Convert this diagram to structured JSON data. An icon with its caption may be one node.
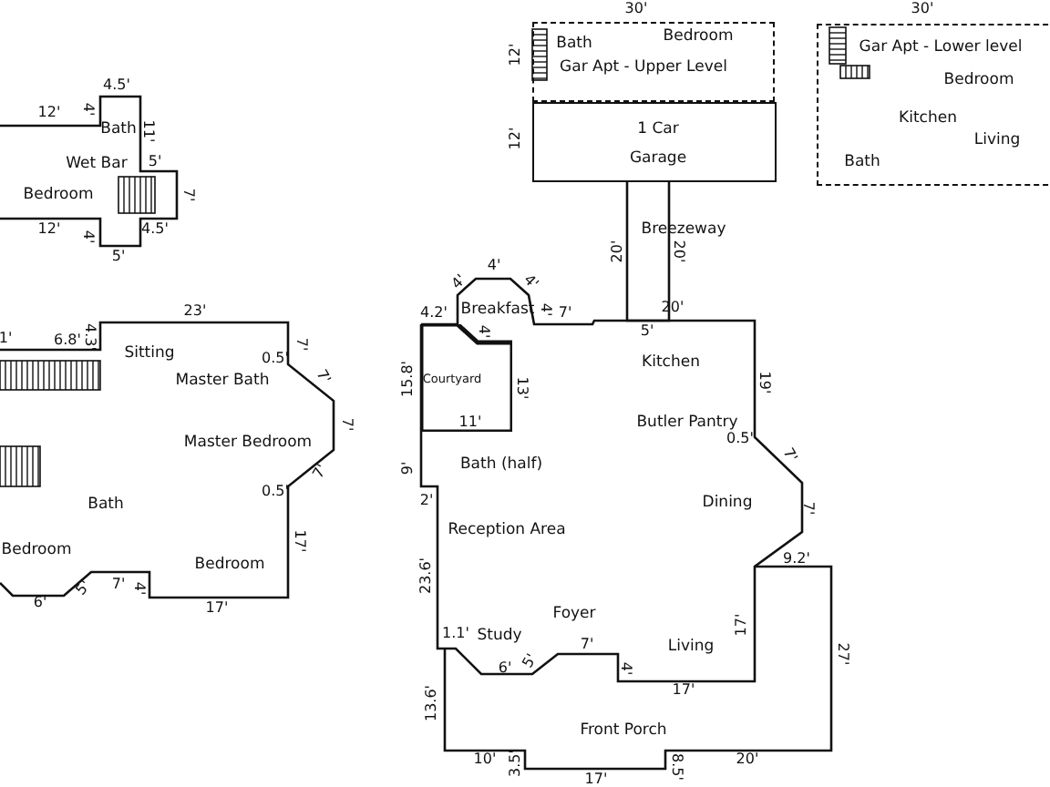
{
  "diagram": {
    "nodes": [
      {
        "text": [
          "Bath",
          "Bedroom",
          "Gar Apt - Upper Level"
        ]
      },
      {
        "text": [
          "1 Car Garage"
        ]
      },
      {
        "text": [
          "Gar Apt - Lower level",
          "Bedroom",
          "Kitchen",
          "Living",
          "Bath"
        ]
      },
      {
        "text": [
          "Courtyard"
        ]
      }
    ],
    "labels": [
      "4.5'",
      "12'",
      "4'",
      "Bath",
      "11'",
      "Wet Bar",
      "5'",
      "Bedroom",
      "7'",
      "12'",
      "4'",
      "4.5'",
      "5'",
      "23'",
      "1'",
      "6.8'",
      "4.3'",
      "Sitting",
      "7'",
      "0.5'",
      "Master Bath",
      "7'",
      "7'",
      "Master Bedroom",
      "7'",
      "0.5'",
      "Bath",
      "17'",
      "Bedroom",
      "Bedroom",
      "5'",
      "7'",
      "4'",
      "6'",
      "17'",
      "30'",
      "12'",
      "30'",
      "12'",
      "Breezeway",
      "20'",
      "20'",
      "4'",
      "4'",
      "4'",
      "4.2'",
      "Breakfast",
      "4'",
      "4'",
      "7'",
      "20'",
      "5'",
      "Kitchen",
      "15.8'",
      "13'",
      "19'",
      "11'",
      "Butler Pantry",
      "0.5'",
      "7'",
      "9'",
      "Bath (half)",
      "2'",
      "Dining",
      "7'",
      "Reception Area",
      "9.2'",
      "23.6'",
      "Foyer",
      "1.1'",
      "Study",
      "7'",
      "Living",
      "17'",
      "27'",
      "6'",
      "5'",
      "4'",
      "17'",
      "13.6'",
      "Front Porch",
      "10'",
      "3.5'",
      "8.5'",
      "20'",
      "17'"
    ]
  }
}
